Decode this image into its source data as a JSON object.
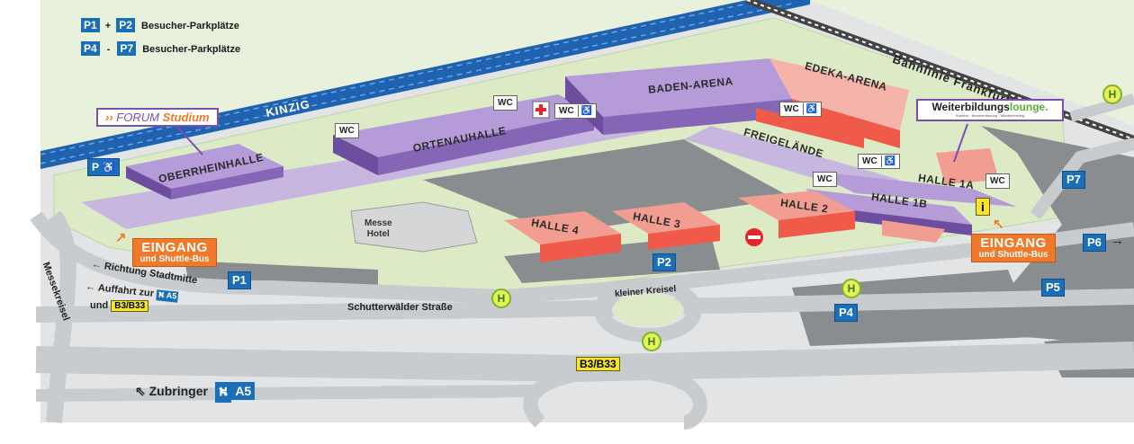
{
  "legend": [
    {
      "codes": [
        "P1",
        "P2"
      ],
      "sep": "+",
      "text": "Besucher-Parkplätze"
    },
    {
      "codes": [
        "P4",
        "P7"
      ],
      "sep": "-",
      "text": "Besucher-Parkplätze"
    }
  ],
  "halls": {
    "oberrheinhalle": "OBERRHEINHALLE",
    "ortenauhalle": "ORTENAUHALLE",
    "baden_arena": "BADEN-ARENA",
    "edeka_arena": "EDEKA-ARENA",
    "freigelaende": "FREIGELÄNDE",
    "halle1a": "HALLE 1A",
    "halle1b": "HALLE 1B",
    "halle2": "HALLE 2",
    "halle3": "HALLE 3",
    "halle4": "HALLE 4",
    "messe_hotel": "Messe\nHotel"
  },
  "labels": {
    "kinzig": "KINZIG",
    "bahnlinie": "Bahnlinie Frankfurt/Basel",
    "forum_prefix": "FORUM",
    "forum_name": "Studium",
    "weiterbildung_a": "Weiterbildungs",
    "weiterbildung_b": "lounge.",
    "weiterbildung_sub": "Karriere · Neuorientierung · Wiedereinstieg",
    "richtung": "Richtung Stadtmitte",
    "auffahrt": "Auffahrt zur",
    "und": "und",
    "b3b33": "B3/B33",
    "schutterwaelder": "Schutterwälder Straße",
    "kleiner_kreisel": "kleiner Kreisel",
    "messekreisel": "Messekreisel",
    "zubringer": "Zubringer",
    "a5": "A5",
    "wc": "WC",
    "eingang": "EINGANG",
    "shuttle": "und Shuttle-Bus",
    "info": "i",
    "bus_stop": "H",
    "p_disabled": "P"
  },
  "parking": {
    "p1": "P1",
    "p2": "P2",
    "p4": "P4",
    "p5": "P5",
    "p6": "P6",
    "p7": "P7"
  },
  "colors": {
    "water": "#1f62b0",
    "grass": "#dcebc6",
    "road": "#c9ccce",
    "lot": "#8a8d90",
    "hall_purple": "#9b7fc2",
    "hall_red": "#ef5a4a",
    "hall_pink": "#f29d92",
    "parking_blue": "#1b6fb8",
    "entrance_orange": "#f07a2a"
  }
}
